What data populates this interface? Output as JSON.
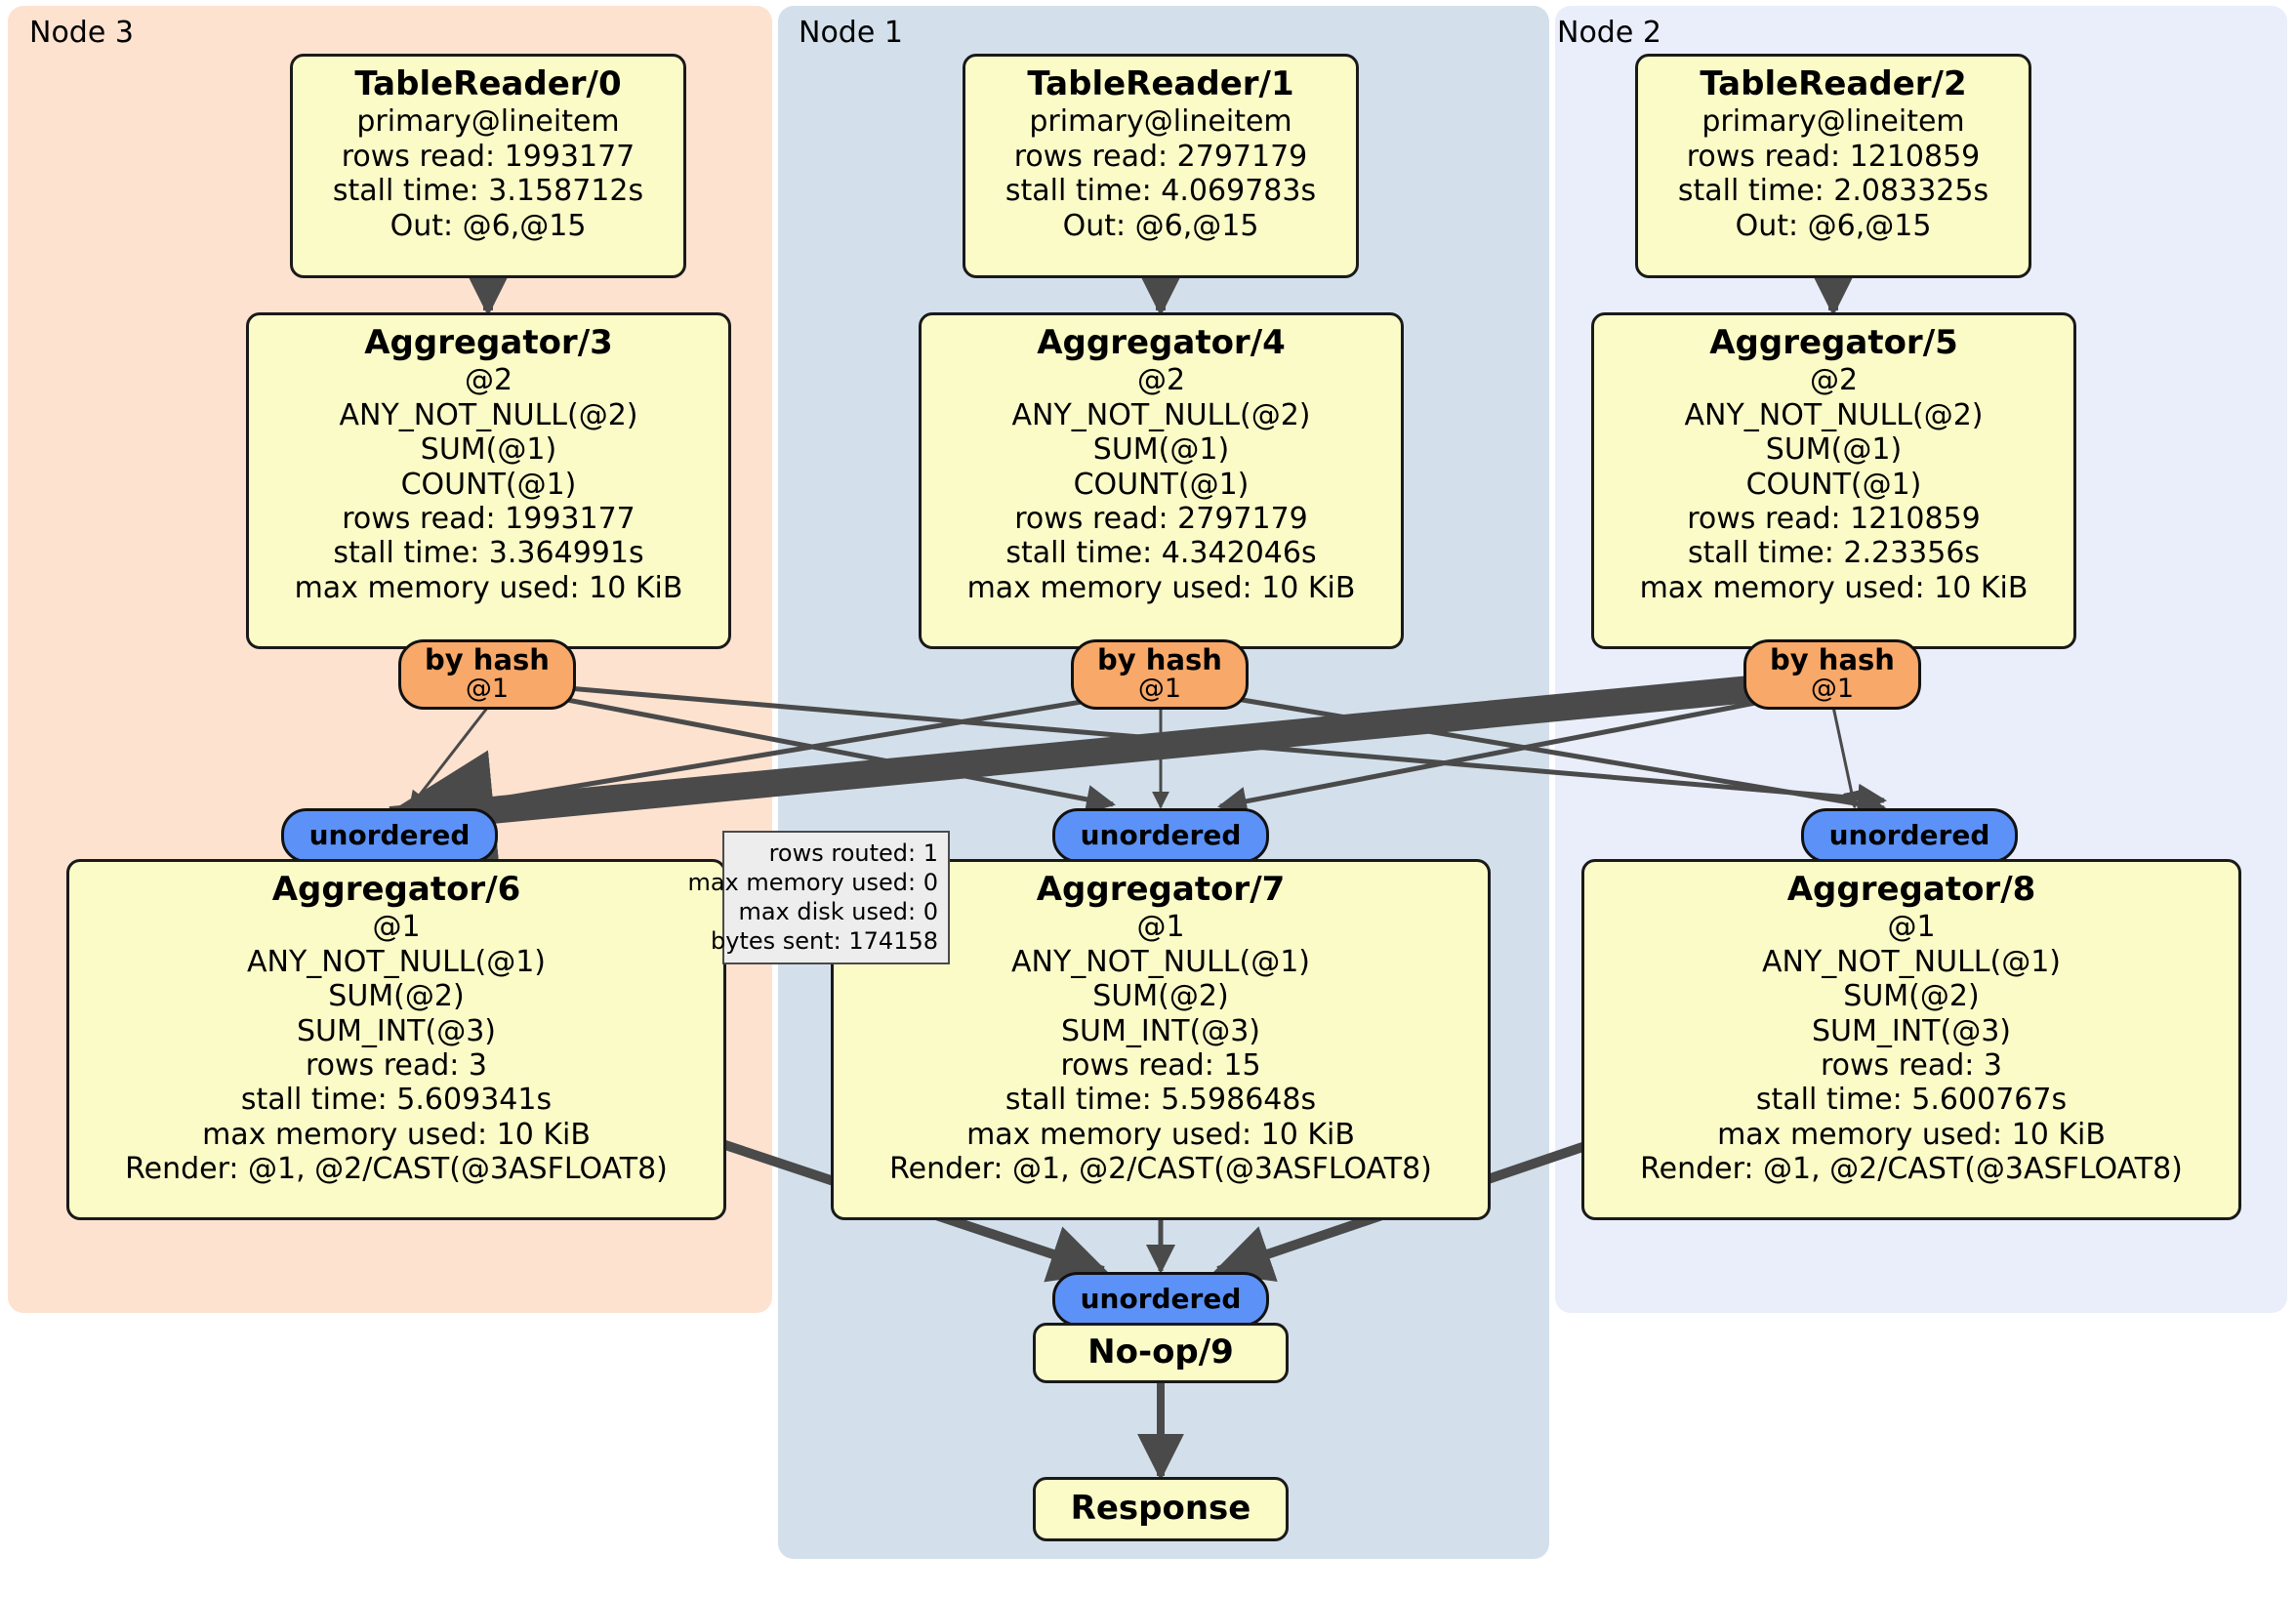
{
  "diagram": {
    "kind": "distributed-query-execution-plan",
    "clusters": [
      {
        "id": "node3",
        "label": "Node 3",
        "color": "#FDE2D0"
      },
      {
        "id": "node1",
        "label": "Node 1",
        "color": "#D3E0EC"
      },
      {
        "id": "node2",
        "label": "Node 2",
        "color": "#E9EEFA"
      }
    ],
    "processors": [
      {
        "id": "tablereader0",
        "title": "TableReader/0",
        "lines": [
          "primary@lineitem",
          "rows read: 1993177",
          "stall time: 3.158712s",
          "Out: @6,@15"
        ]
      },
      {
        "id": "tablereader1",
        "title": "TableReader/1",
        "lines": [
          "primary@lineitem",
          "rows read: 2797179",
          "stall time: 4.069783s",
          "Out: @6,@15"
        ]
      },
      {
        "id": "tablereader2",
        "title": "TableReader/2",
        "lines": [
          "primary@lineitem",
          "rows read: 1210859",
          "stall time: 2.083325s",
          "Out: @6,@15"
        ]
      },
      {
        "id": "aggregator3",
        "title": "Aggregator/3",
        "lines": [
          "@2",
          "ANY_NOT_NULL(@2)",
          "SUM(@1)",
          "COUNT(@1)",
          "rows read: 1993177",
          "stall time: 3.364991s",
          "max memory used: 10 KiB"
        ]
      },
      {
        "id": "aggregator4",
        "title": "Aggregator/4",
        "lines": [
          "@2",
          "ANY_NOT_NULL(@2)",
          "SUM(@1)",
          "COUNT(@1)",
          "rows read: 2797179",
          "stall time: 4.342046s",
          "max memory used: 10 KiB"
        ]
      },
      {
        "id": "aggregator5",
        "title": "Aggregator/5",
        "lines": [
          "@2",
          "ANY_NOT_NULL(@2)",
          "SUM(@1)",
          "COUNT(@1)",
          "rows read: 1210859",
          "stall time: 2.23356s",
          "max memory used: 10 KiB"
        ]
      },
      {
        "id": "aggregator6",
        "title": "Aggregator/6",
        "lines": [
          "@1",
          "ANY_NOT_NULL(@1)",
          "SUM(@2)",
          "SUM_INT(@3)",
          "rows read: 3",
          "stall time: 5.609341s",
          "max memory used: 10 KiB",
          "Render: @1, @2/CAST(@3ASFLOAT8)"
        ]
      },
      {
        "id": "aggregator7",
        "title": "Aggregator/7",
        "lines": [
          "@1",
          "ANY_NOT_NULL(@1)",
          "SUM(@2)",
          "SUM_INT(@3)",
          "rows read: 15",
          "stall time: 5.598648s",
          "max memory used: 10 KiB",
          "Render: @1, @2/CAST(@3ASFLOAT8)"
        ]
      },
      {
        "id": "aggregator8",
        "title": "Aggregator/8",
        "lines": [
          "@1",
          "ANY_NOT_NULL(@1)",
          "SUM(@2)",
          "SUM_INT(@3)",
          "rows read: 3",
          "stall time: 5.600767s",
          "max memory used: 10 KiB",
          "Render: @1, @2/CAST(@3ASFLOAT8)"
        ]
      },
      {
        "id": "noop9",
        "title": "No-op/9",
        "lines": []
      },
      {
        "id": "response",
        "title": "Response",
        "lines": []
      }
    ],
    "routers": [
      {
        "id": "hash3",
        "label": "by hash",
        "sub": "@1",
        "color": "#F8A868"
      },
      {
        "id": "hash4",
        "label": "by hash",
        "sub": "@1",
        "color": "#F8A868"
      },
      {
        "id": "hash5",
        "label": "by hash",
        "sub": "@1",
        "color": "#F8A868"
      }
    ],
    "synchronizers": [
      {
        "id": "sync6",
        "label": "unordered",
        "color": "#5C92F7"
      },
      {
        "id": "sync7",
        "label": "unordered",
        "color": "#5C92F7"
      },
      {
        "id": "sync8",
        "label": "unordered",
        "color": "#5C92F7"
      },
      {
        "id": "sync9",
        "label": "unordered",
        "color": "#5C92F7"
      }
    ],
    "stats_tooltip": {
      "lines": [
        "rows routed: 1",
        "max memory used: 0",
        "max disk used: 0",
        "bytes sent: 174158"
      ]
    },
    "colors": {
      "processor_fill": "#FBFBC8",
      "router_fill": "#F8A868",
      "sync_fill": "#5C92F7",
      "edge": "#4A4A4A",
      "stats_fill": "#EDEDED"
    }
  }
}
